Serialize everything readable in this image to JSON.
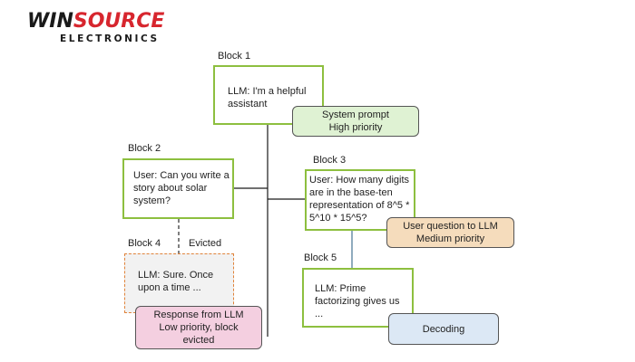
{
  "logo": {
    "word1": "WIN",
    "word2": "SOURCE",
    "subtitle": "ELECTRONICS"
  },
  "blocks": [
    {
      "id": "block-1",
      "label": "Block 1",
      "text": "LLM: I'm a helpful assistant",
      "tag": "System prompt\nHigh priority",
      "tag_color": "#dff2d3",
      "status": "active"
    },
    {
      "id": "block-2",
      "label": "Block 2",
      "text": "User: Can you write a story about solar system?",
      "status": "active"
    },
    {
      "id": "block-3",
      "label": "Block 3",
      "text": "User: How many digits are in the base-ten representation of 8^5 * 5^10 * 15^5?",
      "tag": "User question to LLM\nMedium priority",
      "tag_color": "#f5dcbc",
      "status": "active"
    },
    {
      "id": "block-4",
      "label": "Block 4",
      "text": "LLM: Sure. Once upon a time ...",
      "tag": "Response from LLM\nLow priority, block evicted",
      "tag_color": "#f4cfe0",
      "status": "evicted"
    },
    {
      "id": "block-5",
      "label": "Block 5",
      "text": "LLM: Prime factorizing gives us ...",
      "tag": "Decoding",
      "tag_color": "#dce8f5",
      "status": "active"
    }
  ],
  "evicted_label": "Evicted",
  "colors": {
    "block_border": "#8dbf3f",
    "evicted_border": "#e0833a",
    "connector_block3_5": "#6b8fa8"
  }
}
